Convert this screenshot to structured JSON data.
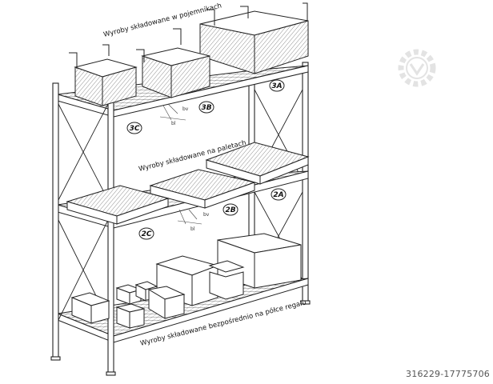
{
  "labels": {
    "top_shelf": "Wyroby składowane w pojemnikach",
    "middle_shelf": "Wyroby składowane na paletach",
    "bottom_shelf": "Wyroby składowane bezpośrednio na półce regału"
  },
  "callouts": {
    "c3a": "3A",
    "c3b": "3B",
    "c3c": "3C",
    "c2a": "2A",
    "c2b": "2B",
    "c2c": "2C"
  },
  "dimensions": {
    "bv": "bv",
    "bl": "bl"
  },
  "reference": "316229-17775706",
  "watermark_icon": "gear-logo-icon"
}
